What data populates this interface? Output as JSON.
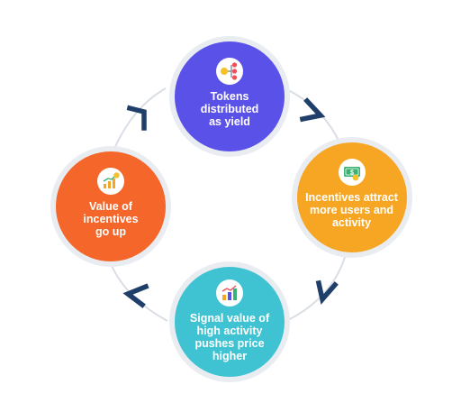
{
  "colors": {
    "ring": "#d9dee5",
    "chevron": "#1f3f6a",
    "top": "#5a51e8",
    "right": "#f6a623",
    "bottom": "#3fc3d3",
    "left": "#f4662a"
  },
  "nodes": {
    "top": {
      "label": "Tokens\ndistributed\nas yield",
      "icon": "token-flow-icon"
    },
    "right": {
      "label": "Incentives attract\nmore users and\nactivity",
      "icon": "cash-icon"
    },
    "bottom": {
      "label": "Signal value of\nhigh activity\npushes price\nhigher",
      "icon": "bar-chart-icon"
    },
    "left": {
      "label": "Value of\nincentives\ngo up",
      "icon": "coin-growth-icon"
    }
  }
}
